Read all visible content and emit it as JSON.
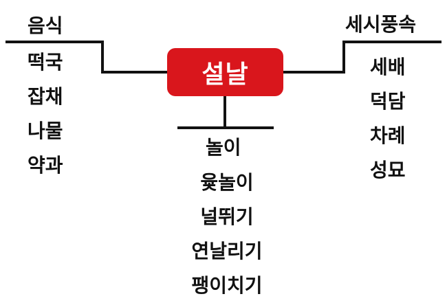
{
  "center": {
    "label": "설날",
    "color": "#d9161c"
  },
  "branches": {
    "left": {
      "title": "음식",
      "items": [
        "떡국",
        "잡채",
        "나물",
        "약과"
      ]
    },
    "right": {
      "title": "세시풍속",
      "items": [
        "세배",
        "덕담",
        "차례",
        "성묘"
      ]
    },
    "bottom": {
      "title": "놀이",
      "items": [
        "윷놀이",
        "널뛰기",
        "연날리기",
        "팽이치기"
      ]
    }
  }
}
